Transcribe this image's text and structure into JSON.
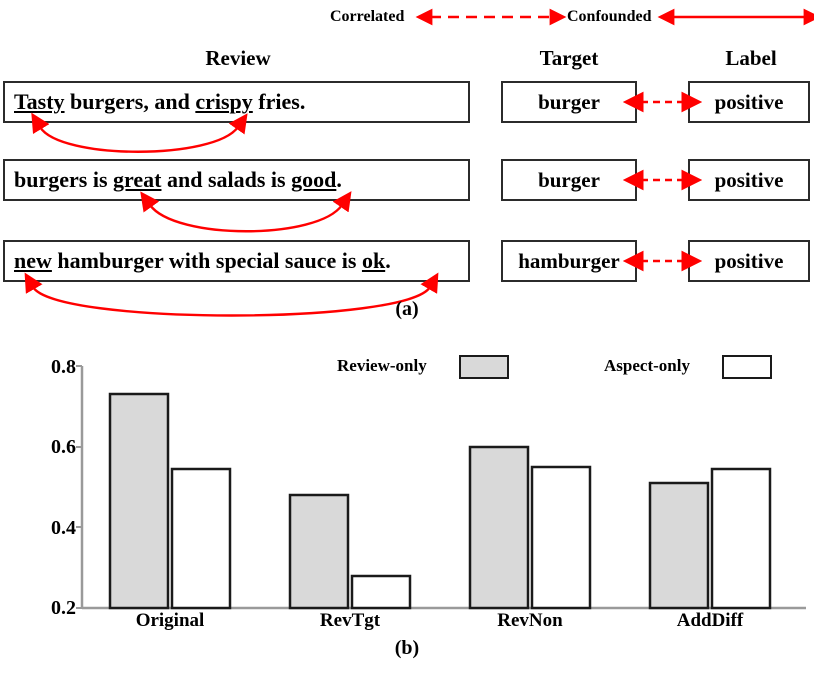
{
  "figure": {
    "panel_a_caption": "(a)",
    "panel_b_caption": "(b)"
  },
  "panel_a": {
    "relation_legend": [
      {
        "label": "Correlated",
        "arrow": "dashed-double-arrow",
        "color": "#ff0000"
      },
      {
        "label": "Confounded",
        "arrow": "solid-double-arrow",
        "color": "#ff0000"
      }
    ],
    "columns": {
      "review": "Review",
      "target": "Target",
      "label": "Label"
    },
    "rows": [
      {
        "review_parts": [
          {
            "text": "Tasty",
            "underline": true
          },
          {
            "text": " burgers, and ",
            "underline": false
          },
          {
            "text": "crispy",
            "underline": true
          },
          {
            "text": " fries.",
            "underline": false
          }
        ],
        "review_text": "Tasty burgers, and crispy fries.",
        "target": "burger",
        "label": "positive"
      },
      {
        "review_parts": [
          {
            "text": "burgers is ",
            "underline": false
          },
          {
            "text": "great",
            "underline": true
          },
          {
            "text": " and salads is ",
            "underline": false
          },
          {
            "text": "good",
            "underline": true
          },
          {
            "text": ".",
            "underline": false
          }
        ],
        "review_text": "burgers is great and salads is good.",
        "target": "burger",
        "label": "positive"
      },
      {
        "review_parts": [
          {
            "text": "new",
            "underline": true
          },
          {
            "text": " hamburger with special sauce is ",
            "underline": false
          },
          {
            "text": "ok",
            "underline": true
          },
          {
            "text": ".",
            "underline": false
          }
        ],
        "review_text": "new hamburger with special sauce is ok.",
        "target": "hamburger",
        "label": "positive"
      }
    ],
    "arrow_color": "#ff0000"
  },
  "chart_data": {
    "type": "bar",
    "title": "",
    "xlabel": "",
    "ylabel": "",
    "ylim": [
      0.2,
      0.8
    ],
    "yticks": [
      "0.2",
      "0.4",
      "0.6",
      "0.8"
    ],
    "ytick_values": [
      0.2,
      0.4,
      0.6,
      0.8
    ],
    "grid": false,
    "legend_position": "top-right",
    "categories": [
      "Original",
      "RevTgt",
      "RevNon",
      "AddDiff"
    ],
    "series": [
      {
        "name": "Review-only",
        "fill": "#d9d9d9",
        "values": [
          0.73,
          0.48,
          0.6,
          0.51
        ]
      },
      {
        "name": "Aspect-only",
        "fill": "#ffffff",
        "values": [
          0.545,
          0.28,
          0.55,
          0.545
        ]
      }
    ]
  }
}
